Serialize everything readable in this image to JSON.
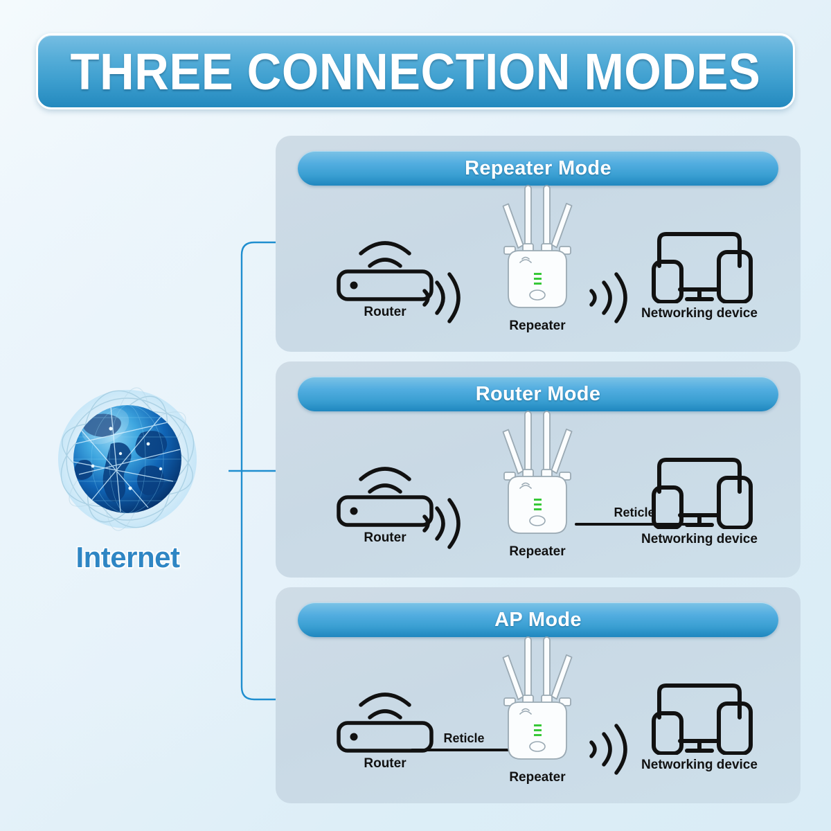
{
  "header": {
    "title": "THREE CONNECTION MODES"
  },
  "source": {
    "label": "Internet",
    "icon": "globe-network-icon",
    "label_color": "#2f86c4"
  },
  "colors": {
    "accent_blue": "#3a9fd2",
    "panel_bg": "#cbdae6",
    "connector_line": "#1f8ecf",
    "led_green": "#37c837",
    "icon_stroke": "#111111"
  },
  "modes": [
    {
      "title": "Repeater Mode",
      "nodes": [
        {
          "label": "Router",
          "icon": "router-icon"
        },
        {
          "label": "Repeater",
          "icon": "repeater-device-icon"
        },
        {
          "label": "Networking device",
          "icon": "networking-device-icon"
        }
      ],
      "links": [
        {
          "type": "wireless",
          "icon": "wifi-waves-icon",
          "label": ""
        },
        {
          "type": "wireless",
          "icon": "wifi-waves-icon",
          "label": ""
        }
      ]
    },
    {
      "title": "Router Mode",
      "nodes": [
        {
          "label": "Router",
          "icon": "router-icon"
        },
        {
          "label": "Repeater",
          "icon": "repeater-device-icon"
        },
        {
          "label": "Networking device",
          "icon": "networking-device-icon"
        }
      ],
      "links": [
        {
          "type": "wireless",
          "icon": "wifi-waves-icon",
          "label": ""
        },
        {
          "type": "wired",
          "icon": "ethernet-line-icon",
          "label": "Reticle"
        }
      ]
    },
    {
      "title": "AP Mode",
      "nodes": [
        {
          "label": "Router",
          "icon": "router-icon"
        },
        {
          "label": "Repeater",
          "icon": "repeater-device-icon"
        },
        {
          "label": "Networking device",
          "icon": "networking-device-icon"
        }
      ],
      "links": [
        {
          "type": "wired",
          "icon": "ethernet-line-icon",
          "label": "Reticle"
        },
        {
          "type": "wireless",
          "icon": "wifi-waves-icon",
          "label": ""
        }
      ]
    }
  ]
}
